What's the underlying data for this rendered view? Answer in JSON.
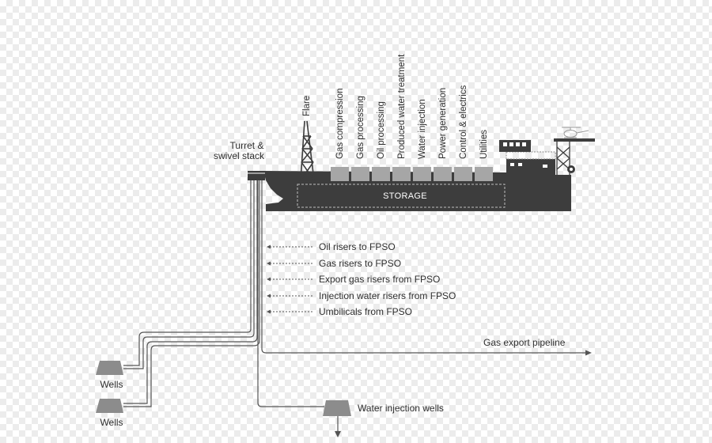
{
  "ship": {
    "turret_label_line1": "Turret &",
    "turret_label_line2": "swivel stack",
    "storage_label": "STORAGE",
    "flare_label": "Flare",
    "modules": [
      "Gas compression",
      "Gas processing",
      "Oil processing",
      "Produced water treatment",
      "Water injection",
      "Power generation",
      "Control & electrics",
      "Utilities"
    ]
  },
  "risers": [
    "Oil risers to FPSO",
    "Gas risers to FPSO",
    "Export gas risers from FPSO",
    "Injection water risers from FPSO",
    "Umbilicals from FPSO"
  ],
  "pipeline_label": "Gas export pipeline",
  "wells": [
    "Wells",
    "Wells"
  ],
  "water_injection_label": "Water injection wells",
  "colors": {
    "hull": "#3d3d3d",
    "module": "#a6a6a6",
    "line": "#555555",
    "wellhead": "#8c8c8c",
    "text": "#2e2e2e"
  }
}
